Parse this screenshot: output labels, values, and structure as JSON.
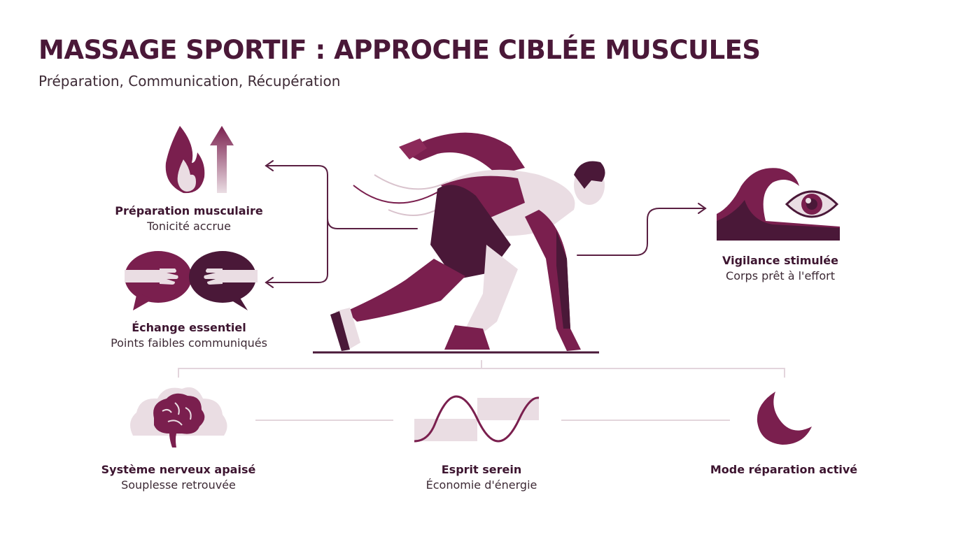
{
  "header": {
    "title": "MASSAGE SPORTIF : APPROCHE CIBLÉE MUSCULES",
    "subtitle": "Préparation, Communication, Récupération"
  },
  "colors": {
    "primary": "#7a1f4e",
    "dark": "#4a1838",
    "light": "#eadde3",
    "connector": "#5a1f42",
    "divider": "#e6d9df"
  },
  "left_items": [
    {
      "icon": "flame-arrow-up-icon",
      "title": "Préparation musculaire",
      "subtitle": "Tonicité accrue"
    },
    {
      "icon": "handshake-speech-bubbles-icon",
      "title": "Échange essentiel",
      "subtitle": "Points faibles communiqués"
    }
  ],
  "right_item": {
    "icon": "wave-eye-icon",
    "title": "Vigilance stimulée",
    "subtitle": "Corps prêt à l'effort"
  },
  "central_figure": {
    "icon": "sprinter-starting-position-icon"
  },
  "bottom_items": [
    {
      "icon": "brain-cloud-icon",
      "title": "Système nerveux apaisé",
      "subtitle": "Souplesse retrouvée"
    },
    {
      "icon": "sine-wave-icon",
      "title": "Esprit serein",
      "subtitle": "Économie d'énergie"
    },
    {
      "icon": "crescent-moon-icon",
      "title": "Mode réparation activé",
      "subtitle": ""
    }
  ]
}
